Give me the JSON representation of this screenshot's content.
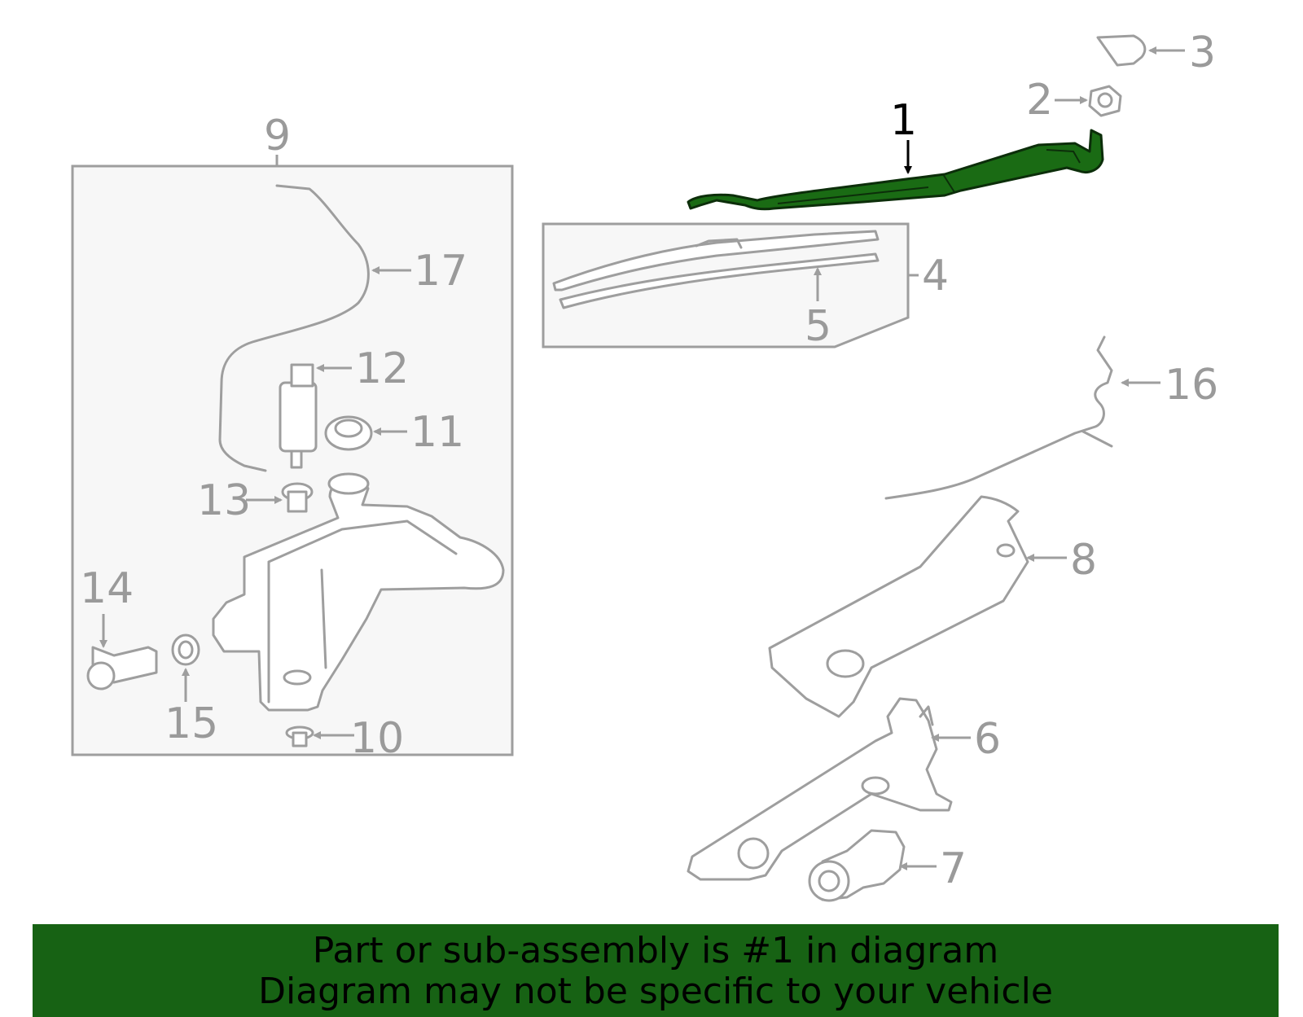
{
  "highlight_color": "#1a6b14",
  "banner_color": "#176214",
  "callouts": [
    {
      "id": "1",
      "label": "1",
      "highlighted": true
    },
    {
      "id": "2",
      "label": "2"
    },
    {
      "id": "3",
      "label": "3"
    },
    {
      "id": "4",
      "label": "4"
    },
    {
      "id": "5",
      "label": "5"
    },
    {
      "id": "6",
      "label": "6"
    },
    {
      "id": "7",
      "label": "7"
    },
    {
      "id": "8",
      "label": "8"
    },
    {
      "id": "9",
      "label": "9"
    },
    {
      "id": "10",
      "label": "10"
    },
    {
      "id": "11",
      "label": "11"
    },
    {
      "id": "12",
      "label": "12"
    },
    {
      "id": "13",
      "label": "13"
    },
    {
      "id": "14",
      "label": "14"
    },
    {
      "id": "15",
      "label": "15"
    },
    {
      "id": "16",
      "label": "16"
    },
    {
      "id": "17",
      "label": "17"
    }
  ],
  "banner": {
    "line1": "Part or sub-assembly is #1 in diagram",
    "line2": "Diagram may not be specific to your vehicle"
  }
}
